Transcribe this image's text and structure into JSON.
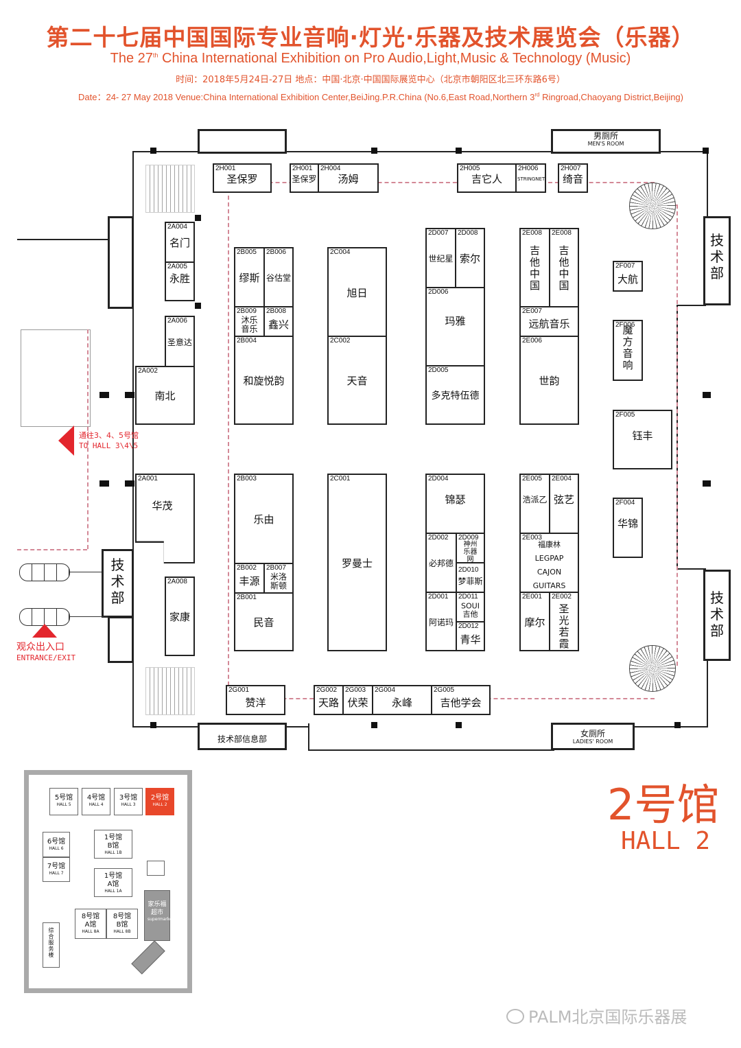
{
  "header": {
    "title_cn": "第二十七届中国国际专业音响·灯光·乐器及技术展览会（乐器）",
    "title_en_pre": "The 27",
    "title_en_sup": "th",
    "title_en_post": " China International Exhibition on Pro Audio,Light,Music & Technology (Music)",
    "info_cn": "时间：2018年5月24日-27日  地点：中国·北京·中国国际展览中心（北京市朝阳区北三环东路6号）",
    "info_en_pre": "Date：24- 27 May 2018 Venue:China International Exhibition Center,BeiJing.P.R.China (No.6,East Road,Northern 3",
    "info_en_sup": "rd",
    "info_en_post": " Ringroad,Chaoyang District,Beijing)"
  },
  "booths": [
    {
      "code": "2H001",
      "name": "圣保罗"
    },
    {
      "code": "2H001",
      "name": "圣保罗"
    },
    {
      "code": "2H004",
      "name": "汤姆"
    },
    {
      "code": "2H005",
      "name": "吉它人"
    },
    {
      "code": "2H006",
      "name": "STRINGNET"
    },
    {
      "code": "2H007",
      "name": "绮音"
    },
    {
      "code": "2A004",
      "name": "名门"
    },
    {
      "code": "2A005",
      "name": "永胜"
    },
    {
      "code": "2A006",
      "name": "圣意达"
    },
    {
      "code": "2A002",
      "name": "南北"
    },
    {
      "code": "2A001",
      "name": "华茂"
    },
    {
      "code": "2A008",
      "name": "家康"
    },
    {
      "code": "2B005",
      "name": "缪斯"
    },
    {
      "code": "2B006",
      "name": "谷估堂"
    },
    {
      "code": "2B009",
      "name": "沐乐音乐"
    },
    {
      "code": "2B008",
      "name": "鑫兴"
    },
    {
      "code": "2B004",
      "name": "和旋悦韵"
    },
    {
      "code": "2B003",
      "name": "乐由"
    },
    {
      "code": "2B002",
      "name": "丰源"
    },
    {
      "code": "2B007",
      "name": "米洛斯顿"
    },
    {
      "code": "2B001",
      "name": "民音"
    },
    {
      "code": "2C004",
      "name": "旭日"
    },
    {
      "code": "2C002",
      "name": "天音"
    },
    {
      "code": "2C001",
      "name": "罗曼士"
    },
    {
      "code": "2D007",
      "name": "世纪星"
    },
    {
      "code": "2D008",
      "name": "索尔"
    },
    {
      "code": "2D006",
      "name": "玛雅"
    },
    {
      "code": "2D005",
      "name": "多克特伍德"
    },
    {
      "code": "2D004",
      "name": "锦瑟"
    },
    {
      "code": "2D002",
      "name": "必邦德"
    },
    {
      "code": "2D009",
      "name": "神州乐器网"
    },
    {
      "code": "2D010",
      "name": "梦菲斯"
    },
    {
      "code": "2D001",
      "name": "阿诺玛"
    },
    {
      "code": "2D011",
      "name": "SOUI吉他"
    },
    {
      "code": "2D012",
      "name": "青华"
    },
    {
      "code": "2E008",
      "name": "吉他中国"
    },
    {
      "code": "2E008",
      "name": "吉他中国"
    },
    {
      "code": "2E007",
      "name": "远航音乐"
    },
    {
      "code": "2E006",
      "name": "世韵"
    },
    {
      "code": "2E005",
      "name": "浩派乙"
    },
    {
      "code": "2E004",
      "name": "弦艺"
    },
    {
      "code": "2E003",
      "name": "福康林 LEGPAP CAJON GUITARS"
    },
    {
      "code": "2E001",
      "name": "摩尔"
    },
    {
      "code": "2E002",
      "name": "圣光若霞"
    },
    {
      "code": "2F007",
      "name": "大航"
    },
    {
      "code": "2F006",
      "name": "魔方音响"
    },
    {
      "code": "2F005",
      "name": "钰丰"
    },
    {
      "code": "2F004",
      "name": "华锦"
    },
    {
      "code": "2G001",
      "name": "赞洋"
    },
    {
      "code": "2G002",
      "name": "天路"
    },
    {
      "code": "2G003",
      "name": "伏荣"
    },
    {
      "code": "2G004",
      "name": "永峰"
    },
    {
      "code": "2G005",
      "name": "吉他学会"
    }
  ],
  "rooms": {
    "mens_cn": "男厕所",
    "mens_en": "MEN'S ROOM",
    "ladies_cn": "女厕所",
    "ladies_en": "LADIES' ROOM",
    "tech_info": "技术部信息部",
    "tech": "技术部"
  },
  "signs": {
    "to_hall_cn": "通往3、4、5号馆",
    "to_hall_en": "TO HALL 3\\4\\5",
    "entrance_cn": "观众出入口",
    "entrance_en": "ENTRANCE/EXIT"
  },
  "hall_label": {
    "cn": "2号馆",
    "en": "HALL 2"
  },
  "inset": {
    "halls": [
      {
        "cn": "5号馆",
        "en": "HALL 5"
      },
      {
        "cn": "4号馆",
        "en": "HALL 4"
      },
      {
        "cn": "3号馆",
        "en": "HALL 3"
      },
      {
        "cn": "2号馆",
        "en": "HALL 2"
      },
      {
        "cn": "6号馆",
        "en": "HALL 6"
      },
      {
        "cn": "7号馆",
        "en": "HALL 7"
      },
      {
        "cn": "1号馆 B馆",
        "en": "HALL 1B"
      },
      {
        "cn": "1号馆 A馆",
        "en": "HALL 1A"
      },
      {
        "cn": "8号馆 A馆",
        "en": "HALL 8A"
      },
      {
        "cn": "8号馆 B馆",
        "en": "HALL 8B"
      }
    ],
    "supermarket_cn": "家乐福超市",
    "supermarket_en": "supermarket",
    "service": "综合服务楼"
  },
  "watermark": "PALM北京国际乐器展",
  "colors": {
    "accent": "#e2532c",
    "highlight": "#e8472a",
    "route": "#d38896",
    "wall": "#222222"
  }
}
